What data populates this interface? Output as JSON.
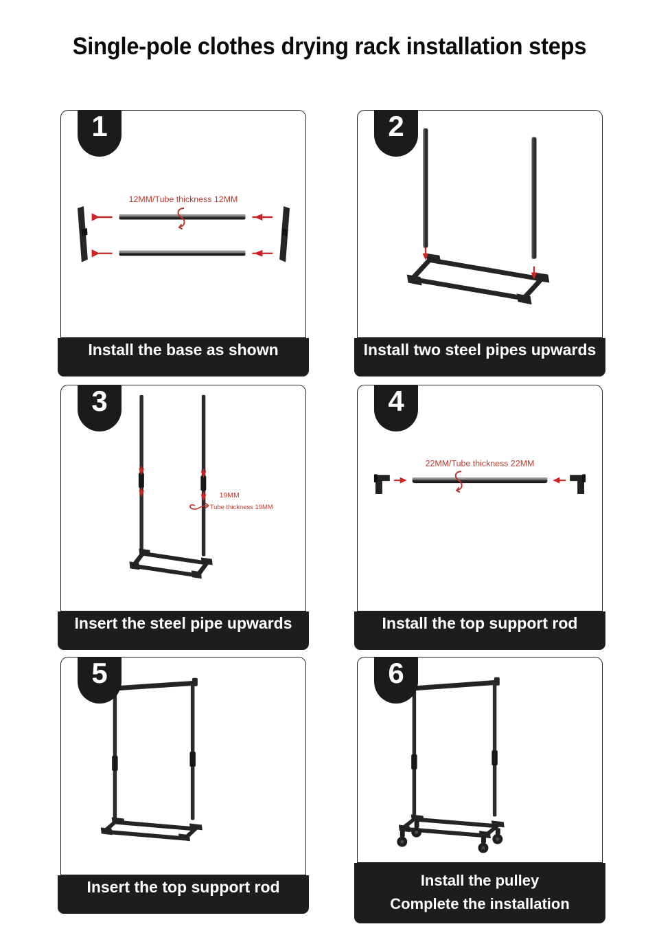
{
  "title": "Single-pole clothes drying rack installation steps",
  "theme": {
    "bg": "#ffffff",
    "ink": "#1b1b1b",
    "caption_bg": "#1d1d1d",
    "caption_text": "#ffffff",
    "annotation_red": "#c0392b",
    "arrow_red": "#cc2222",
    "metal_dark": "#262626",
    "metal_mid": "#3a3a3a"
  },
  "steps": [
    {
      "number": "1",
      "caption_lines": [
        "Install the base as shown"
      ],
      "annotation": "12MM/Tube thickness 12MM",
      "illustration": "two-base-tubes-with-end-feet",
      "arrow_count": 4,
      "arrow_direction": "left"
    },
    {
      "number": "2",
      "caption_lines": [
        "Install two steel pipes upwards"
      ],
      "annotation": "",
      "illustration": "base-frame-with-two-vertical-pipes",
      "arrow_count": 2,
      "arrow_direction": "down"
    },
    {
      "number": "3",
      "caption_lines": [
        "Insert the steel pipe upwards"
      ],
      "annotation_lines": [
        "19MM",
        "Tube thickness 19MM"
      ],
      "illustration": "base-frame-with-extended-poles",
      "arrow_count": 4,
      "arrow_direction": "down"
    },
    {
      "number": "4",
      "caption_lines": [
        "Install the top support rod"
      ],
      "annotation": "22MM/Tube thickness 22MM",
      "illustration": "top-support-rod-with-two-connectors",
      "arrow_count": 2,
      "arrow_direction": "inward"
    },
    {
      "number": "5",
      "caption_lines": [
        "Insert the top support rod"
      ],
      "annotation": "",
      "illustration": "full-rack-without-wheels",
      "arrow_count": 0,
      "arrow_direction": "none"
    },
    {
      "number": "6",
      "caption_lines": [
        "Install the pulley",
        "Complete the installation"
      ],
      "annotation": "",
      "illustration": "full-rack-with-caster-wheels",
      "arrow_count": 0,
      "arrow_direction": "none"
    }
  ]
}
